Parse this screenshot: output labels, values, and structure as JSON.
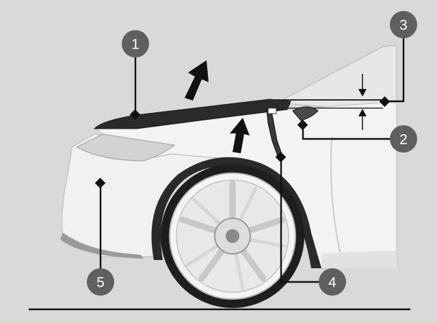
{
  "callouts": [
    {
      "id": "1",
      "label": "1"
    },
    {
      "id": "2",
      "label": "2"
    },
    {
      "id": "3",
      "label": "3"
    },
    {
      "id": "4",
      "label": "4"
    },
    {
      "id": "5",
      "label": "5"
    }
  ],
  "colors": {
    "background": "#d9d9d9",
    "car_body": "#f2f2f2",
    "hood": "#2b2b2b",
    "callout": "#5f5f5f",
    "arrow": "#111111"
  }
}
